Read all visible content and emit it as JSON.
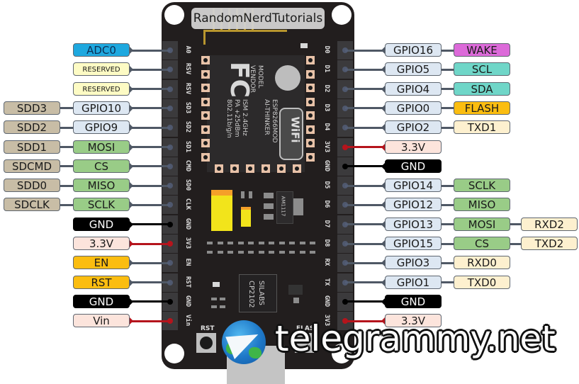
{
  "title": "RandomNerdTutorials",
  "watermark": "telegrammy.net",
  "board": {
    "module_text": [
      "MODEL",
      "VENDOR",
      "ESP8266MOD",
      "AI-THINKER",
      "ISM 2.4GHz",
      "PA +25dBm",
      "802.11b/g/n"
    ],
    "fc_logo": "FC",
    "wifi_logo": "WiFi",
    "regulator": "AM1117",
    "usb_chip": [
      "SILABS",
      "CP2102"
    ],
    "rst_button_label": "RST",
    "flash_button_label": "FLASH"
  },
  "colors": {
    "adc": "#1ea8df",
    "reserved": "#fdfbc4",
    "sdd": "#c8bda6",
    "gpio": "#dde7f2",
    "spi": "#99cc87",
    "gnd": "#000000",
    "power": "#fce4dc",
    "control": "#fbbd10",
    "wake": "#dc6ad9",
    "i2c": "#6fd6c8",
    "flash": "#fbbd10",
    "uart": "#fdf0cf",
    "wire_signal": "#4f5865",
    "wire_power": "#b5141c",
    "wire_gnd": "#000000"
  },
  "left_pins": [
    {
      "pin": "A0",
      "labels": [
        {
          "text": "ADC0",
          "type": "adc"
        }
      ]
    },
    {
      "pin": "RSV",
      "labels": [
        {
          "text": "RESERVED",
          "type": "reserved"
        }
      ]
    },
    {
      "pin": "RSV",
      "labels": [
        {
          "text": "RESERVED",
          "type": "reserved"
        }
      ]
    },
    {
      "pin": "SD3",
      "labels": [
        {
          "text": "GPIO10",
          "type": "gpio"
        },
        {
          "text": "SDD3",
          "type": "sdd"
        }
      ]
    },
    {
      "pin": "SD2",
      "labels": [
        {
          "text": "GPIO9",
          "type": "gpio"
        },
        {
          "text": "SDD2",
          "type": "sdd"
        }
      ]
    },
    {
      "pin": "SD1",
      "labels": [
        {
          "text": "MOSI",
          "type": "spi"
        },
        {
          "text": "SDD1",
          "type": "sdd"
        }
      ]
    },
    {
      "pin": "CMD",
      "labels": [
        {
          "text": "CS",
          "type": "spi"
        },
        {
          "text": "SDCMD",
          "type": "sdd"
        }
      ]
    },
    {
      "pin": "SD0",
      "labels": [
        {
          "text": "MISO",
          "type": "spi"
        },
        {
          "text": "SDD0",
          "type": "sdd"
        }
      ]
    },
    {
      "pin": "CLK",
      "labels": [
        {
          "text": "SCLK",
          "type": "spi"
        },
        {
          "text": "SDCLK",
          "type": "sdd"
        }
      ]
    },
    {
      "pin": "GND",
      "labels": [
        {
          "text": "GND",
          "type": "gnd"
        }
      ]
    },
    {
      "pin": "3V3",
      "labels": [
        {
          "text": "3.3V",
          "type": "power"
        }
      ]
    },
    {
      "pin": "EN",
      "labels": [
        {
          "text": "EN",
          "type": "control"
        }
      ]
    },
    {
      "pin": "RST",
      "labels": [
        {
          "text": "RST",
          "type": "control"
        }
      ]
    },
    {
      "pin": "GND",
      "labels": [
        {
          "text": "GND",
          "type": "gnd"
        }
      ]
    },
    {
      "pin": "Vin",
      "labels": [
        {
          "text": "Vin",
          "type": "power"
        }
      ]
    }
  ],
  "right_pins": [
    {
      "pin": "D0",
      "labels": [
        {
          "text": "GPIO16",
          "type": "gpio"
        },
        {
          "text": "WAKE",
          "type": "wake"
        }
      ]
    },
    {
      "pin": "D1",
      "labels": [
        {
          "text": "GPIO5",
          "type": "gpio"
        },
        {
          "text": "SCL",
          "type": "i2c"
        }
      ]
    },
    {
      "pin": "D2",
      "labels": [
        {
          "text": "GPIO4",
          "type": "gpio"
        },
        {
          "text": "SDA",
          "type": "i2c"
        }
      ]
    },
    {
      "pin": "D3",
      "labels": [
        {
          "text": "GPIO0",
          "type": "gpio"
        },
        {
          "text": "FLASH",
          "type": "flash"
        }
      ]
    },
    {
      "pin": "D4",
      "labels": [
        {
          "text": "GPIO2",
          "type": "gpio"
        },
        {
          "text": "TXD1",
          "type": "uart"
        }
      ]
    },
    {
      "pin": "3V3",
      "labels": [
        {
          "text": "3.3V",
          "type": "power"
        }
      ]
    },
    {
      "pin": "GND",
      "labels": [
        {
          "text": "GND",
          "type": "gnd"
        }
      ]
    },
    {
      "pin": "D5",
      "labels": [
        {
          "text": "GPIO14",
          "type": "gpio"
        },
        {
          "text": "SCLK",
          "type": "spi"
        }
      ]
    },
    {
      "pin": "D6",
      "labels": [
        {
          "text": "GPIO12",
          "type": "gpio"
        },
        {
          "text": "MISO",
          "type": "spi"
        }
      ]
    },
    {
      "pin": "D7",
      "labels": [
        {
          "text": "GPIO13",
          "type": "gpio"
        },
        {
          "text": "MOSI",
          "type": "spi"
        },
        {
          "text": "RXD2",
          "type": "uart"
        }
      ]
    },
    {
      "pin": "D8",
      "labels": [
        {
          "text": "GPIO15",
          "type": "gpio"
        },
        {
          "text": "CS",
          "type": "spi"
        },
        {
          "text": "TXD2",
          "type": "uart"
        }
      ]
    },
    {
      "pin": "RX",
      "labels": [
        {
          "text": "GPIO3",
          "type": "gpio"
        },
        {
          "text": "RXD0",
          "type": "uart"
        }
      ]
    },
    {
      "pin": "TX",
      "labels": [
        {
          "text": "GPIO1",
          "type": "gpio"
        },
        {
          "text": "TXD0",
          "type": "uart"
        }
      ]
    },
    {
      "pin": "GND",
      "labels": [
        {
          "text": "GND",
          "type": "gnd"
        }
      ]
    },
    {
      "pin": "3V3",
      "labels": [
        {
          "text": "3.3V",
          "type": "power"
        }
      ]
    }
  ]
}
